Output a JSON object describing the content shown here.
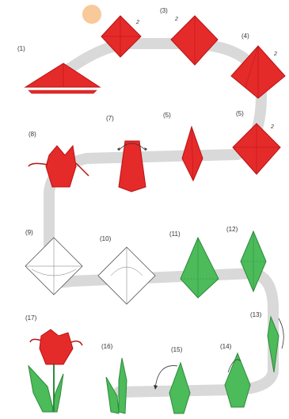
{
  "steps": [
    {
      "label": "(1)"
    },
    {
      "label": "(3)"
    },
    {
      "label": "(4)"
    },
    {
      "label": "(5)"
    },
    {
      "label": "(5)"
    },
    {
      "label": "(7)"
    },
    {
      "label": "(8)"
    },
    {
      "label": "(9)"
    },
    {
      "label": "(10)"
    },
    {
      "label": "(11)"
    },
    {
      "label": "(12)"
    },
    {
      "label": "(13)"
    },
    {
      "label": "(14)"
    },
    {
      "label": "(15)"
    },
    {
      "label": "(16)"
    },
    {
      "label": "(17)"
    }
  ],
  "fold_numbers": {
    "n_a": "2",
    "n_b": "2",
    "n_c": "2",
    "n_d": "2"
  },
  "colors": {
    "red": "#e52a2a",
    "red_dark": "#b81414",
    "green": "#4cbb5a",
    "green_dark": "#2e8a3c",
    "path": "#d9d9d9",
    "accent_dot": "#f9c99a"
  }
}
